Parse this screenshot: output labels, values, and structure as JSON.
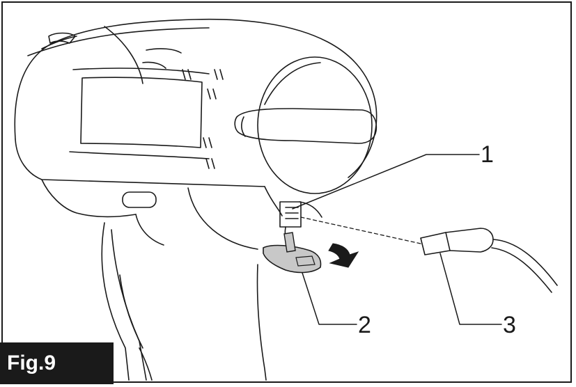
{
  "figure": {
    "label": "Fig.9",
    "callouts": {
      "c1": "1",
      "c2": "2",
      "c3": "3"
    },
    "colors": {
      "ink": "#1a1a1a",
      "part_fill": "#c8c8c8",
      "background": "#ffffff"
    }
  }
}
